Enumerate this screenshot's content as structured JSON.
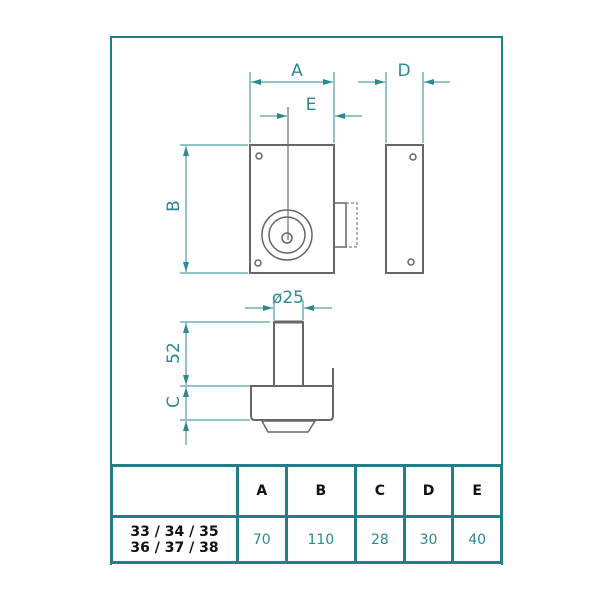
{
  "drawing": {
    "labels": {
      "a": "A",
      "b": "B",
      "c": "C",
      "d": "D",
      "e": "E",
      "diameter": "ø25",
      "stem": "52"
    }
  },
  "table": {
    "headers": [
      "A",
      "B",
      "C",
      "D",
      "E"
    ],
    "model_line1": "33 / 34 / 35",
    "model_line2": "36 / 37 / 38",
    "values": [
      "70",
      "110",
      "28",
      "30",
      "40"
    ]
  },
  "colors": {
    "accent": "#1f8088",
    "line": "#666666"
  }
}
